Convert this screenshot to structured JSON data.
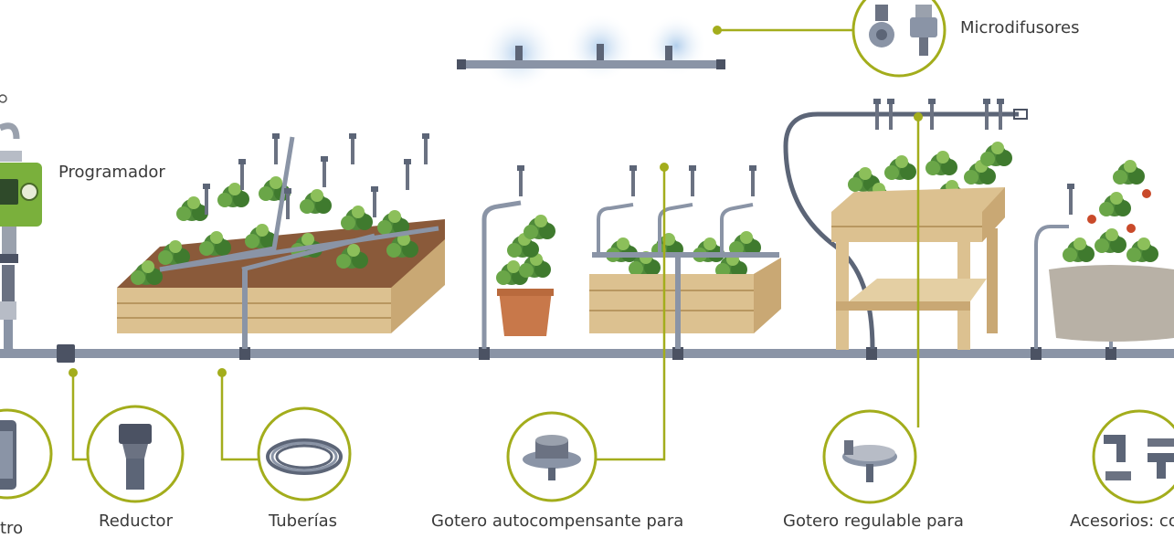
{
  "labels": {
    "programador": "Programador",
    "microdifusores": "Microdifusores",
    "filtro": "tro",
    "reductor": "Reductor",
    "tuberias": "Tuberías",
    "gotero_auto": "Gotero autocompensante para",
    "gotero_regulable": "Gotero regulable para",
    "accesorios": "Acesorios: co"
  },
  "colors": {
    "pipe": "#8a94a6",
    "pipe_dark": "#5c6577",
    "callout": "#a3ad1c",
    "wood": "#dcc190",
    "wood_dark": "#b89760",
    "soil": "#8a5a3a",
    "leaf": "#4f8a3a",
    "leaf_light": "#8cbf5a",
    "pot": "#c8784a",
    "bag": "#b8b1a6",
    "device_green": "#7ab03c",
    "mist": "#bcd6ee"
  },
  "icons": [
    "timer-device-icon",
    "microdiffuser-icon",
    "filter-icon",
    "reducer-icon",
    "tubing-coil-icon",
    "pressure-compensating-dripper-icon",
    "adjustable-dripper-icon",
    "fittings-icon"
  ]
}
